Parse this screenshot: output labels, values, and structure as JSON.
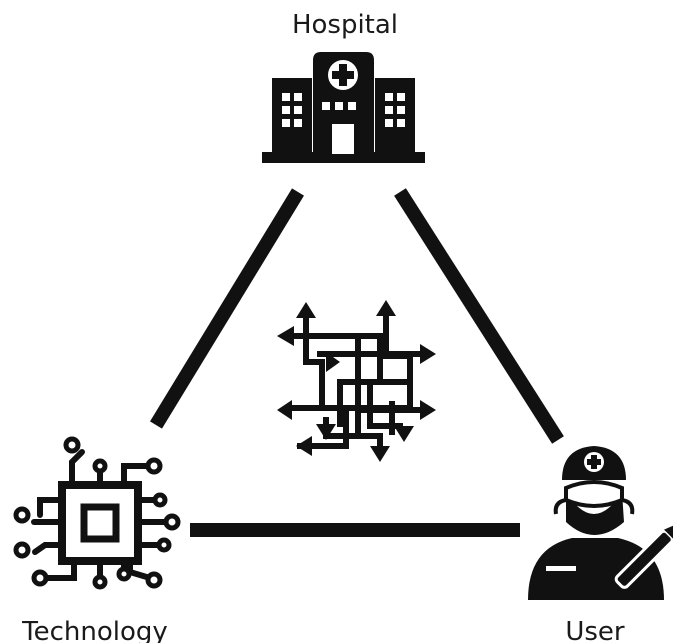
{
  "nodes": {
    "hospital": {
      "label": "Hospital",
      "icon": "hospital-icon"
    },
    "technology": {
      "label": "Technology",
      "icon": "microchip-icon"
    },
    "user": {
      "label": "User",
      "icon": "surgeon-icon"
    }
  },
  "center": {
    "icon": "complex-arrows-icon"
  },
  "colors": {
    "ink": "#111111",
    "background": "#ffffff"
  }
}
